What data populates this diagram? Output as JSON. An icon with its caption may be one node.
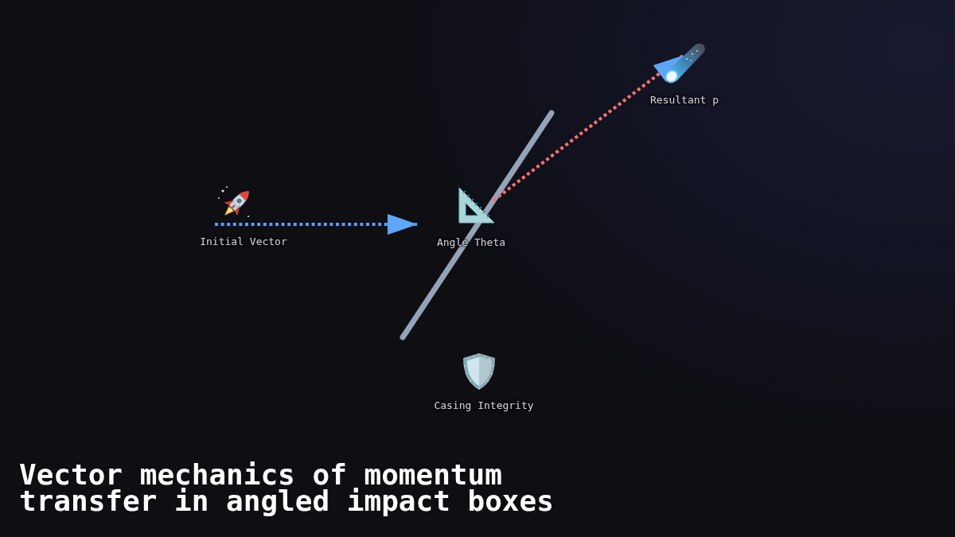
{
  "diagram": {
    "title": "Vector mechanics of momentum transfer in angled impact boxes",
    "nodes": [
      {
        "text": [
          "Initial Vector"
        ]
      },
      {
        "text": [
          "Angle Theta"
        ]
      },
      {
        "text": [
          "Resultant p"
        ]
      },
      {
        "text": [
          "Casing Integrity"
        ]
      }
    ],
    "edges": [
      {
        "from": 0,
        "to": 1,
        "arrow": "to",
        "style": "dashed",
        "color": "#5b9df5"
      },
      {
        "from": 1,
        "to": 2,
        "arrow": "to",
        "style": "dashed",
        "color": "#f87171"
      }
    ]
  }
}
